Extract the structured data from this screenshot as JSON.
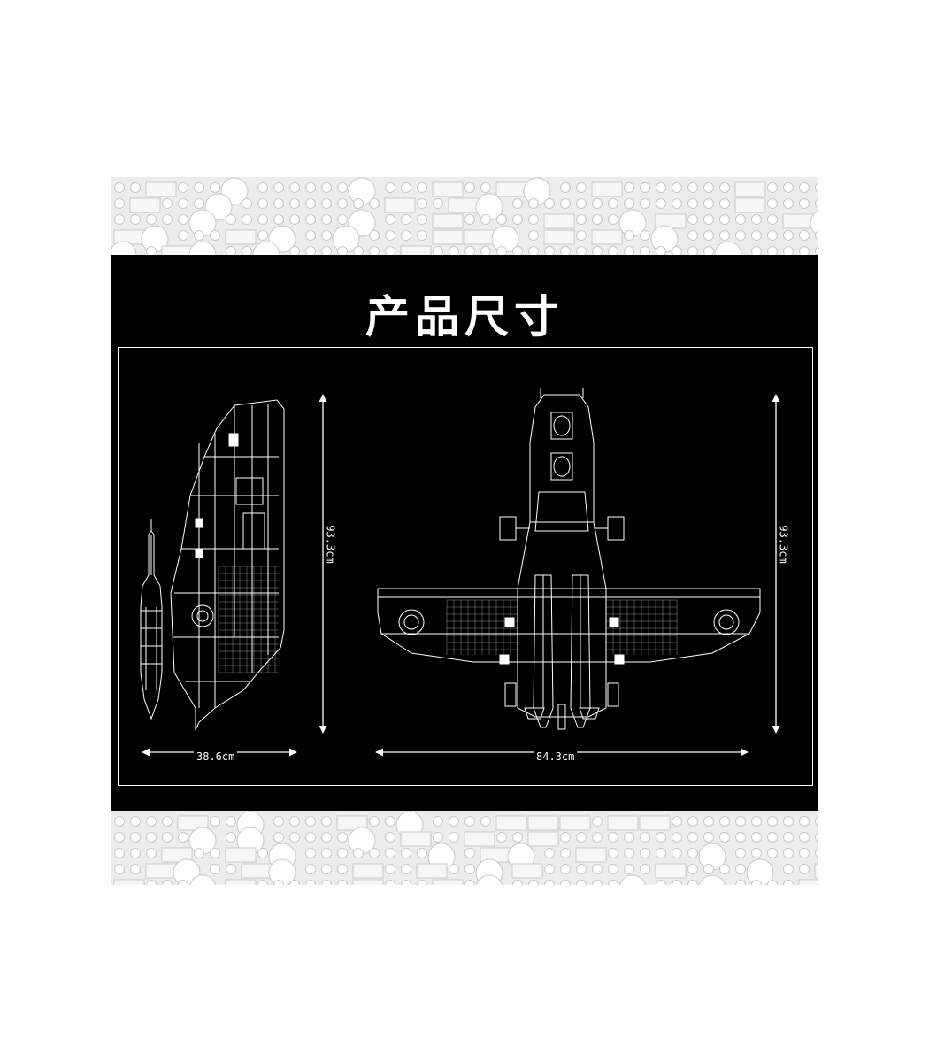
{
  "title": "产品尺寸",
  "views": {
    "side": {
      "width_label": "38.6cm",
      "height_label": "93.3cm"
    },
    "top": {
      "width_label": "84.3cm",
      "height_label": "93.3cm"
    }
  },
  "colors": {
    "background": "#000000",
    "line": "#ffffff",
    "brick_band": "#eeeeee"
  }
}
